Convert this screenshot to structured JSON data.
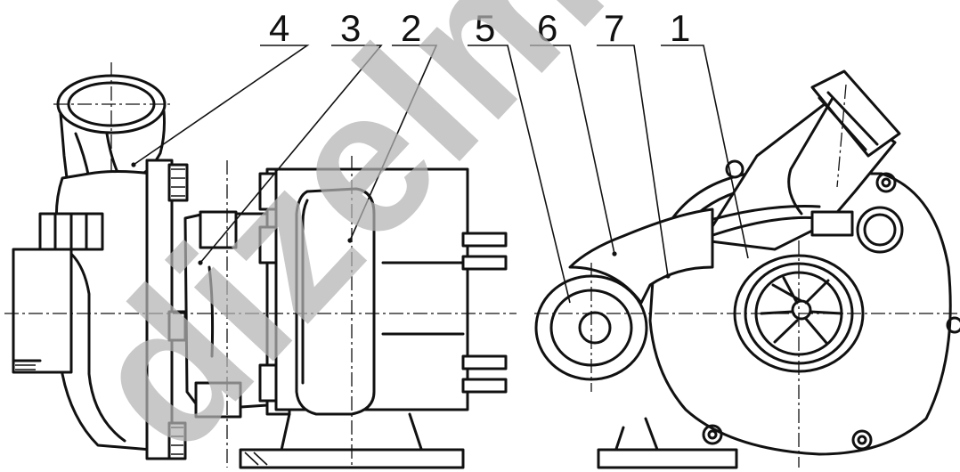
{
  "callouts": {
    "c4": "4",
    "c3": "3",
    "c2": "2",
    "c5": "5",
    "c6": "6",
    "c7": "7",
    "c1": "1"
  },
  "watermark": "dizelm"
}
